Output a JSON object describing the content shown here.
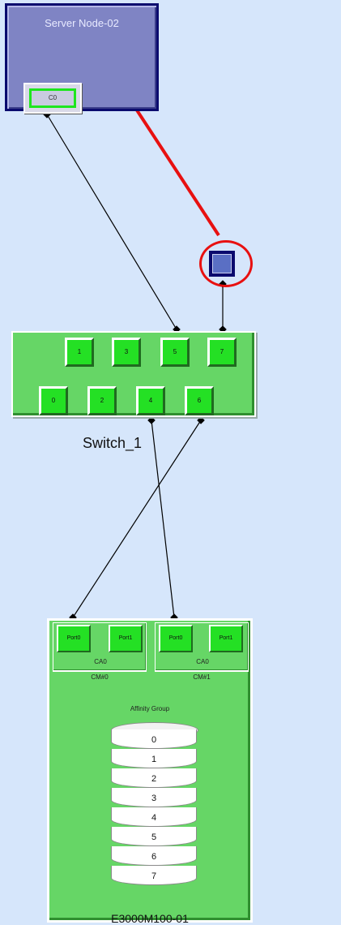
{
  "server": {
    "title": "Server  Node-02",
    "port_label": "C0"
  },
  "port_device": {
    "label": ""
  },
  "switch": {
    "name": "Switch_1",
    "top_ports": [
      "1",
      "3",
      "5",
      "7"
    ],
    "bottom_ports": [
      "0",
      "2",
      "4",
      "6"
    ]
  },
  "storage": {
    "name": "E3000M100-01",
    "ca_blocks": [
      {
        "ports": [
          "Port0",
          "Port1"
        ],
        "ca": "CA0",
        "cm": "CM#0"
      },
      {
        "ports": [
          "Port0",
          "Port1"
        ],
        "ca": "CA0",
        "cm": "CM#1"
      }
    ],
    "affinity_label": "Affinity Group",
    "luns": [
      "0",
      "1",
      "2",
      "3",
      "4",
      "5",
      "6",
      "7"
    ]
  },
  "colors": {
    "background": "#d6e6fb",
    "server": "#7f84c4",
    "device_green": "#66d666",
    "port_green": "#24e024",
    "highlight_red": "#e81010"
  }
}
